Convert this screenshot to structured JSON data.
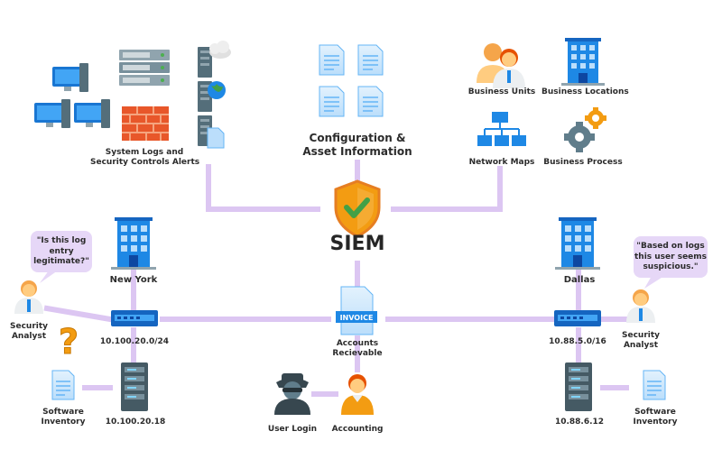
{
  "colors": {
    "connector": "#dcc6f2",
    "bubble": "#e6d7f7",
    "accent_blue": "#1e88e5",
    "shield_orange": "#f39c12",
    "check_green": "#43a047",
    "firewall": "#e8572a"
  },
  "siem": {
    "label": "SIEM",
    "icon": "shield-check-icon"
  },
  "top_left": {
    "label_line1": "System Logs and",
    "label_line2": "Security Controls Alerts"
  },
  "top_center": {
    "label_line1": "Configuration &",
    "label_line2": "Asset Information"
  },
  "top_right": {
    "business_units": "Business Units",
    "business_locations": "Business Locations",
    "network_maps": "Network Maps",
    "business_process": "Business Process"
  },
  "new_york": {
    "title": "New York",
    "subnet": "10.100.20.0/24",
    "server_ip": "10.100.20.18",
    "analyst_line1": "Security",
    "analyst_line2": "Analyst",
    "bubble_line1": "\"Is this log",
    "bubble_line2": "entry",
    "bubble_line3": "legitimate?\"",
    "software_line1": "Software",
    "software_line2": "Inventory"
  },
  "dallas": {
    "title": "Dallas",
    "subnet": "10.88.5.0/16",
    "server_ip": "10.88.6.12",
    "analyst_line1": "Security",
    "analyst_line2": "Analyst",
    "bubble_line1": "\"Based on logs",
    "bubble_line2": "this user seems",
    "bubble_line3": "suspicious.\"",
    "software_line1": "Software",
    "software_line2": "Inventory"
  },
  "center_bottom": {
    "invoice_tag": "INVOICE",
    "accounts_line1": "Accounts",
    "accounts_line2": "Recievable",
    "user_login": "User Login",
    "accounting": "Accounting"
  }
}
